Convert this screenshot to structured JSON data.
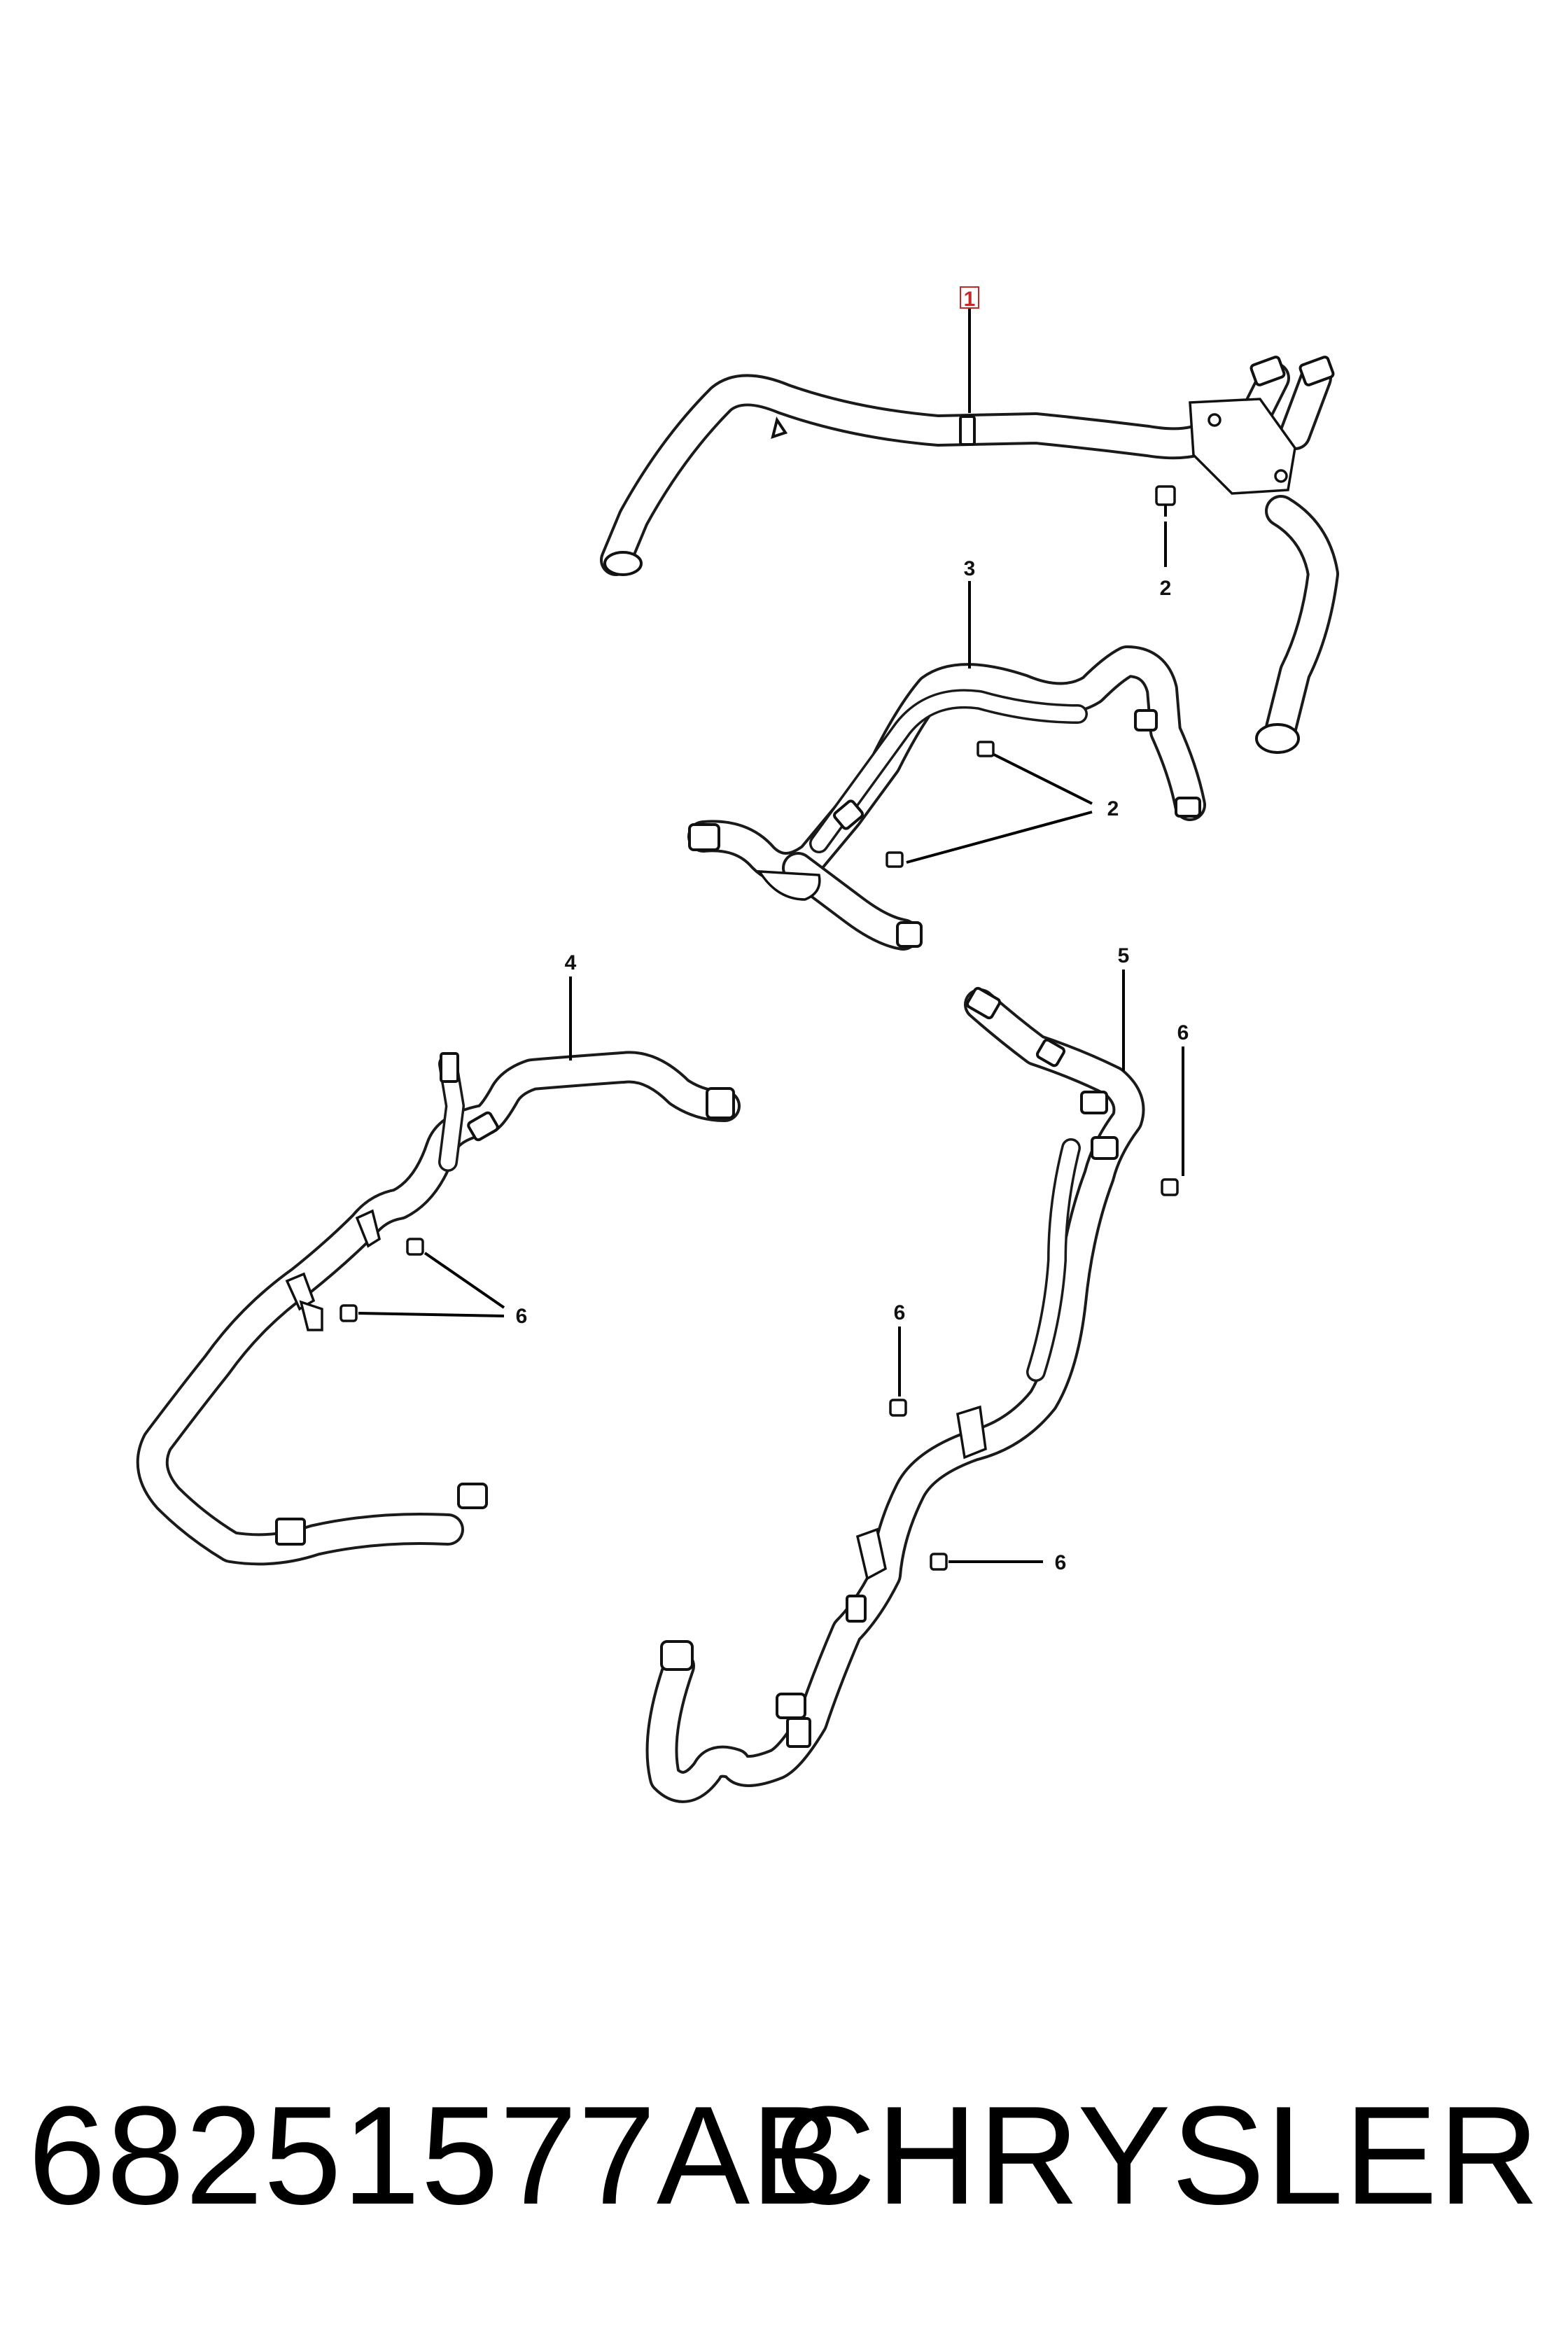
{
  "diagram": {
    "callouts": {
      "c1": "1",
      "c2a": "2",
      "c2b": "2",
      "c3": "3",
      "c4": "4",
      "c5": "5",
      "c6a": "6",
      "c6b": "6",
      "c6c": "6",
      "c6d": "6"
    }
  },
  "footer": {
    "part_number": "68251577AB",
    "brand": "CHRYSLER"
  }
}
